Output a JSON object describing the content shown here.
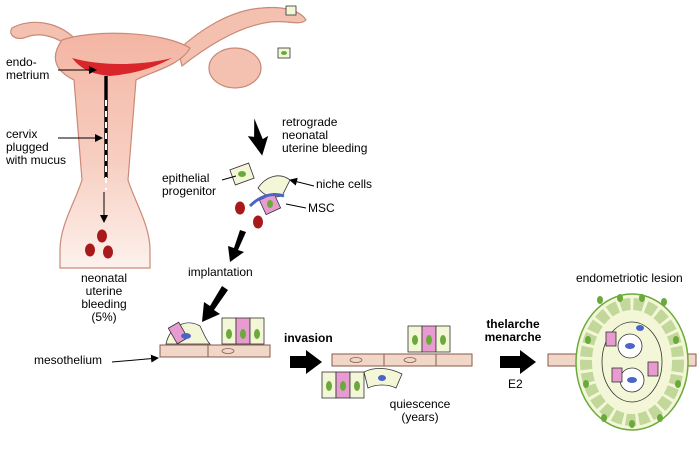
{
  "labels": {
    "endometrium": "endo-\nmetrium",
    "cervix": "cervix\nplugged\nwith mucus",
    "neonatal_bleeding": "neonatal\nuterine\nbleeding\n(5%)",
    "retrograde": "retrograde\nneonatal\nuterine bleeding",
    "epithelial_progenitor": "epithelial\nprogenitor",
    "niche_cells": "niche cells",
    "msc": "MSC",
    "implantation": "implantation",
    "mesothelium": "mesothelium",
    "invasion": "invasion",
    "quiescence": "quiescence\n(years)",
    "thelarche": "thelarche\nmenarche",
    "e2": "E2",
    "lesion": "endometriotic lesion"
  },
  "colors": {
    "tissue": "#f4c0b0",
    "tissue_edge": "#c98a78",
    "blood": "#a8191b",
    "endometrium": "#d8262a",
    "green_nucleus": "#6aaa3a",
    "pink_cell": "#e79bd0",
    "blue_nucleus": "#4a64c8",
    "cream_cell": "#f4f6d8",
    "meso": "#f0d7c7"
  },
  "icons": {
    "arrow": "black-arrow-icon"
  }
}
